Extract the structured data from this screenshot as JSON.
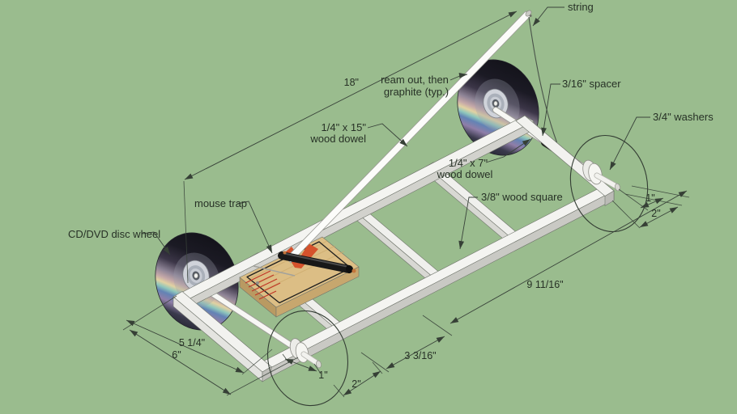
{
  "viewport": {
    "title": "mousetrap car assembly drawing",
    "background": "#9abc8e",
    "labels": {
      "string": "string",
      "spacer": "3/16\" spacer",
      "washers": "3/4\" washers",
      "ream_line1": "ream out, then",
      "ream_line2": "graphite (typ.)",
      "dowel15_line1": "1/4\" x 15\"",
      "dowel15_line2": "wood dowel",
      "dowel7_line1": "1/4\" x 7\"",
      "dowel7_line2": "wood dowel",
      "wood_square": "3/8\" wood square",
      "mouse_trap": "mouse trap",
      "cd_wheel": "CD/DVD disc wheel"
    },
    "dimensions": {
      "lever_dowel_length": "18\"",
      "wheelbase": "9 11/16\"",
      "mid_span": "3 3/16\"",
      "trap_span": "5 1/4\"",
      "front_span": "6\"",
      "front_axle_offset": "1\"",
      "front_end_offset": "2\"",
      "rear_axle_offset": "1\"",
      "rear_end_offset": "2\""
    },
    "colors": {
      "background": "#9abc8e",
      "frame_wood": "#f2f2ef",
      "trap_wood": "#dcbe85",
      "trap_logo_orange": "#d5522c",
      "trap_print_red": "#c03526",
      "cd_dark": "#1a1a24",
      "annotation": "#39433a",
      "spacer_black": "#1c1c1c"
    }
  }
}
